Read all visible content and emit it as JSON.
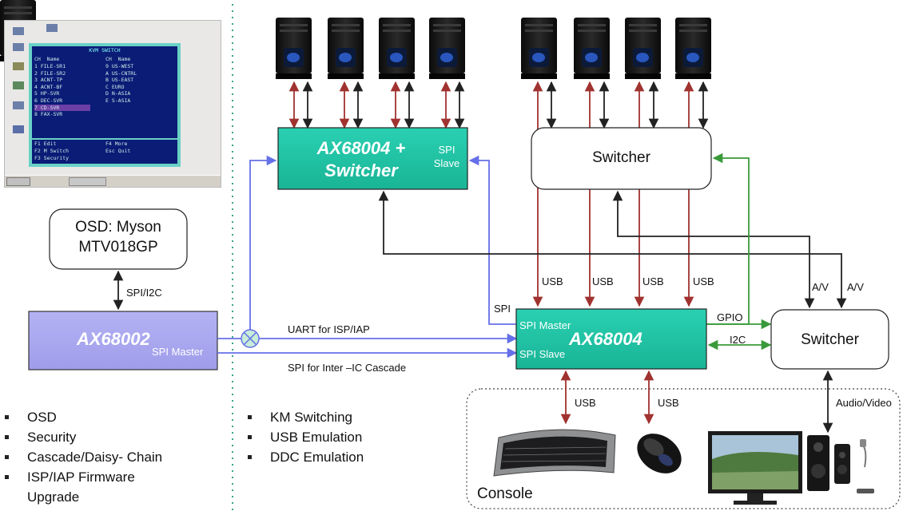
{
  "screenshot": {
    "title": "KVM SWITCH",
    "col_headers": [
      "CH",
      "Name",
      "CH",
      "Name"
    ],
    "rows": [
      [
        "1",
        "FILE-SR1",
        "9",
        "US-WEST"
      ],
      [
        "2",
        "FILE-SR2",
        "A",
        "US-CNTRL"
      ],
      [
        "3",
        "ACNT-TP",
        "B",
        "US-EAST"
      ],
      [
        "4",
        "ACNT-BF",
        "C",
        "EURO"
      ],
      [
        "5",
        "HP-SVR",
        "D",
        "N-ASIA"
      ],
      [
        "6",
        "DEC-SVR",
        "E",
        "S-ASIA"
      ],
      [
        "7",
        "CD-SVR",
        "",
        ""
      ],
      [
        "8",
        "FAX-SVR",
        "",
        ""
      ]
    ],
    "footer": [
      "F1  Edit",
      "F2  M Switch",
      "F3  Security",
      "F4  More",
      "Esc Quit"
    ]
  },
  "blocks": {
    "osd": "OSD: Myson\nMTV018GP",
    "ax68002": "AX68002",
    "ax68002_port": "SPI Master",
    "ax68004_switcher_title": "AX68004 +\nSwitcher",
    "ax68004_switcher_port": "SPI\nSlave",
    "switcher_top": "Switcher",
    "ax68004": "AX68004",
    "ax68004_port_master": "SPI Master",
    "ax68004_port_slave": "SPI Slave",
    "switcher_right": "Switcher",
    "console": "Console"
  },
  "labels": {
    "spi_i2c": "SPI/I2C",
    "uart": "UART for ISP/IAP",
    "spi_cascade": "SPI for Inter –IC Cascade",
    "spi": "SPI",
    "usb1": "USB",
    "usb2": "USB",
    "usb3": "USB",
    "usb4": "USB",
    "av1": "A/V",
    "av2": "A/V",
    "gpio": "GPIO",
    "i2c": "I2C",
    "usb_kb": "USB",
    "usb_mouse": "USB",
    "audio_video": "Audio/Video"
  },
  "bullets_left": [
    "OSD",
    "Security",
    "Cascade/Daisy- Chain",
    "ISP/IAP Firmware\nUpgrade"
  ],
  "bullets_mid": [
    "KM Switching",
    "USB Emulation",
    "DDC Emulation"
  ],
  "colors": {
    "teal": "#21c5a7",
    "lavender": "#a9a7f0",
    "red_arrow": "#a0322f",
    "blue_line": "#6570e8",
    "green_line": "#3a9a3a",
    "divider": "#3aa38a"
  }
}
